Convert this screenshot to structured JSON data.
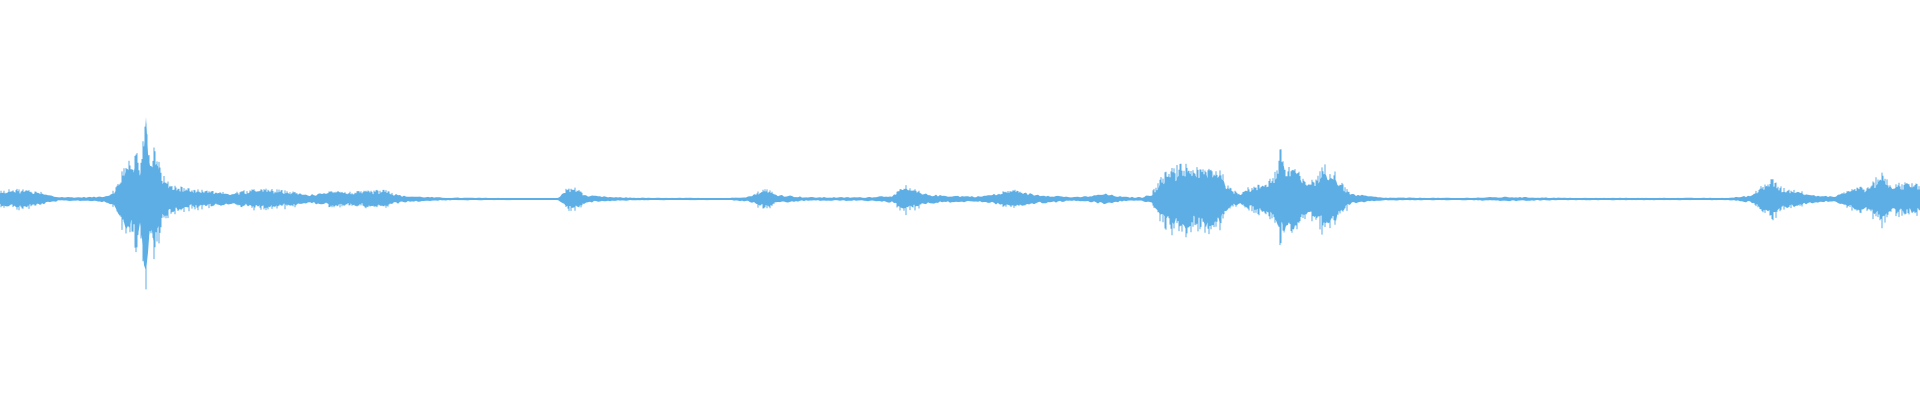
{
  "waveform": {
    "color": "#5eaee6",
    "background": "#ffffff",
    "amplitude_envelope": [
      [
        0.0,
        0.035
      ],
      [
        0.008,
        0.045
      ],
      [
        0.015,
        0.04
      ],
      [
        0.022,
        0.03
      ],
      [
        0.03,
        0.012
      ],
      [
        0.04,
        0.01
      ],
      [
        0.05,
        0.012
      ],
      [
        0.056,
        0.02
      ],
      [
        0.06,
        0.045
      ],
      [
        0.063,
        0.1
      ],
      [
        0.066,
        0.19
      ],
      [
        0.069,
        0.12
      ],
      [
        0.071,
        0.25
      ],
      [
        0.073,
        0.16
      ],
      [
        0.0755,
        0.48
      ],
      [
        0.078,
        0.18
      ],
      [
        0.081,
        0.26
      ],
      [
        0.084,
        0.12
      ],
      [
        0.087,
        0.075
      ],
      [
        0.092,
        0.06
      ],
      [
        0.1,
        0.045
      ],
      [
        0.11,
        0.035
      ],
      [
        0.12,
        0.028
      ],
      [
        0.13,
        0.04
      ],
      [
        0.14,
        0.045
      ],
      [
        0.15,
        0.035
      ],
      [
        0.16,
        0.025
      ],
      [
        0.17,
        0.03
      ],
      [
        0.175,
        0.045
      ],
      [
        0.18,
        0.03
      ],
      [
        0.19,
        0.035
      ],
      [
        0.2,
        0.04
      ],
      [
        0.21,
        0.018
      ],
      [
        0.23,
        0.008
      ],
      [
        0.26,
        0.006
      ],
      [
        0.29,
        0.004
      ],
      [
        0.295,
        0.045
      ],
      [
        0.3,
        0.05
      ],
      [
        0.305,
        0.02
      ],
      [
        0.32,
        0.01
      ],
      [
        0.34,
        0.006
      ],
      [
        0.38,
        0.006
      ],
      [
        0.39,
        0.015
      ],
      [
        0.398,
        0.045
      ],
      [
        0.405,
        0.025
      ],
      [
        0.42,
        0.01
      ],
      [
        0.45,
        0.01
      ],
      [
        0.465,
        0.02
      ],
      [
        0.472,
        0.06
      ],
      [
        0.48,
        0.03
      ],
      [
        0.49,
        0.02
      ],
      [
        0.51,
        0.015
      ],
      [
        0.52,
        0.03
      ],
      [
        0.53,
        0.04
      ],
      [
        0.54,
        0.025
      ],
      [
        0.548,
        0.02
      ],
      [
        0.56,
        0.01
      ],
      [
        0.57,
        0.02
      ],
      [
        0.575,
        0.03
      ],
      [
        0.585,
        0.012
      ],
      [
        0.595,
        0.01
      ],
      [
        0.6,
        0.03
      ],
      [
        0.606,
        0.11
      ],
      [
        0.612,
        0.14
      ],
      [
        0.618,
        0.16
      ],
      [
        0.624,
        0.13
      ],
      [
        0.63,
        0.15
      ],
      [
        0.635,
        0.14
      ],
      [
        0.64,
        0.05
      ],
      [
        0.646,
        0.03
      ],
      [
        0.65,
        0.05
      ],
      [
        0.655,
        0.06
      ],
      [
        0.66,
        0.08
      ],
      [
        0.664,
        0.12
      ],
      [
        0.667,
        0.22
      ],
      [
        0.67,
        0.14
      ],
      [
        0.674,
        0.16
      ],
      [
        0.678,
        0.09
      ],
      [
        0.682,
        0.07
      ],
      [
        0.686,
        0.11
      ],
      [
        0.69,
        0.15
      ],
      [
        0.694,
        0.14
      ],
      [
        0.698,
        0.08
      ],
      [
        0.703,
        0.03
      ],
      [
        0.71,
        0.02
      ],
      [
        0.72,
        0.008
      ],
      [
        0.76,
        0.006
      ],
      [
        0.785,
        0.012
      ],
      [
        0.795,
        0.01
      ],
      [
        0.82,
        0.006
      ],
      [
        0.86,
        0.006
      ],
      [
        0.9,
        0.006
      ],
      [
        0.912,
        0.02
      ],
      [
        0.918,
        0.06
      ],
      [
        0.923,
        0.09
      ],
      [
        0.928,
        0.05
      ],
      [
        0.935,
        0.04
      ],
      [
        0.945,
        0.02
      ],
      [
        0.955,
        0.015
      ],
      [
        0.962,
        0.04
      ],
      [
        0.968,
        0.06
      ],
      [
        0.973,
        0.05
      ],
      [
        0.98,
        0.12
      ],
      [
        0.986,
        0.06
      ],
      [
        0.993,
        0.08
      ],
      [
        1.0,
        0.06
      ]
    ]
  }
}
